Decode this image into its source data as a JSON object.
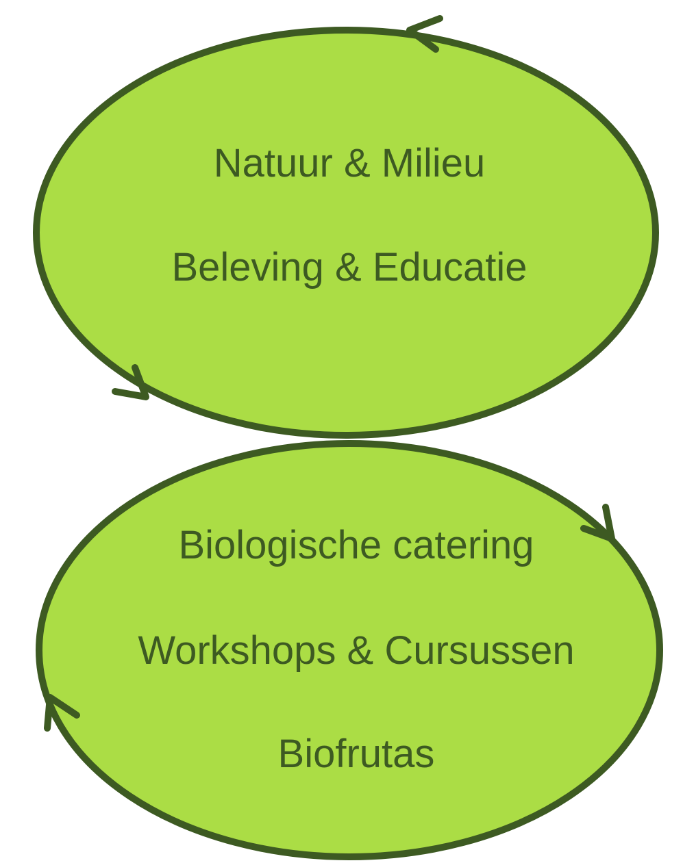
{
  "colors": {
    "fill": "#abdd45",
    "stroke": "#3d5a22",
    "text": "#3d5a22",
    "background": "#ffffff"
  },
  "top_ellipse": {
    "lines": [
      "Natuur & Milieu",
      "Beleving & Educatie"
    ]
  },
  "bottom_ellipse": {
    "lines": [
      "Biologische catering",
      "Workshops & Cursussen",
      "Biofrutas"
    ]
  },
  "arrows": [
    {
      "name": "top-ellipse-arrow-top",
      "direction": "counterclockwise"
    },
    {
      "name": "top-ellipse-arrow-lower-left",
      "direction": "counterclockwise"
    },
    {
      "name": "bottom-ellipse-arrow-upper-right",
      "direction": "clockwise"
    },
    {
      "name": "bottom-ellipse-arrow-left",
      "direction": "clockwise"
    }
  ]
}
